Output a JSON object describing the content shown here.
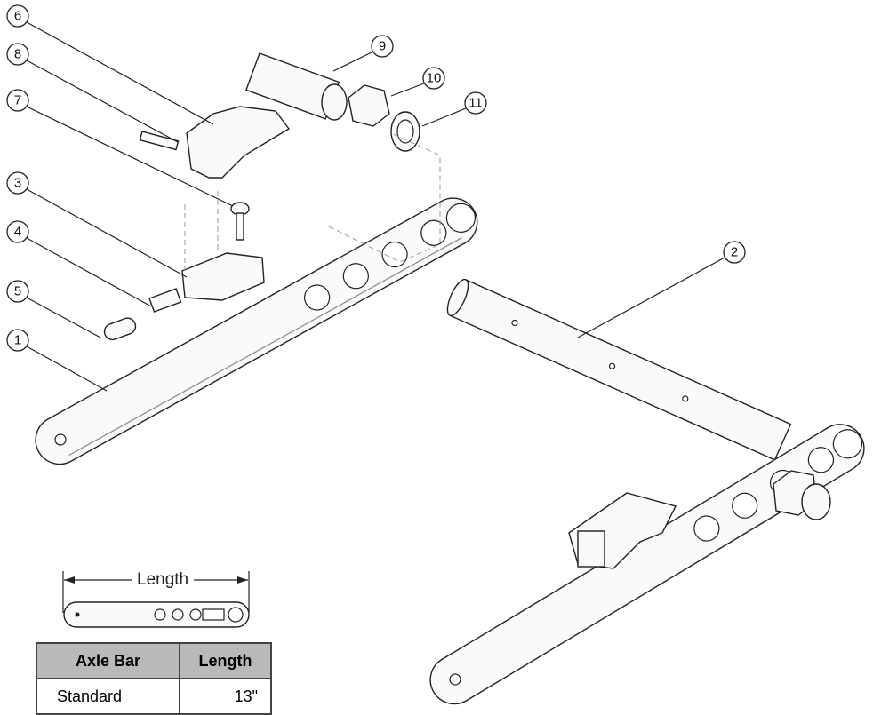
{
  "callouts": [
    "1",
    "2",
    "3",
    "4",
    "5",
    "6",
    "7",
    "8",
    "9",
    "10",
    "11"
  ],
  "dimension_label": "Length",
  "table": {
    "headers": [
      "Axle Bar",
      "Length"
    ],
    "rows": [
      [
        "Standard",
        "13\""
      ]
    ]
  }
}
